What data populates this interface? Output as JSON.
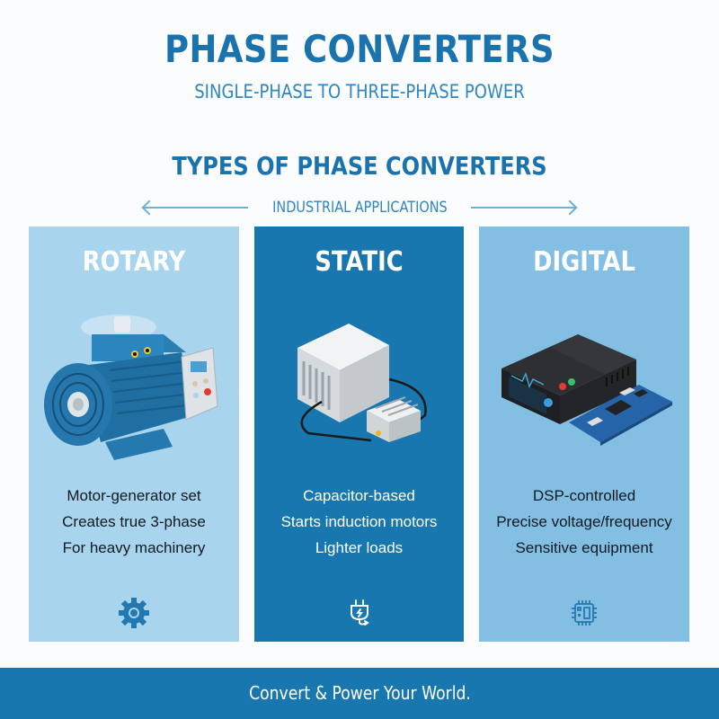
{
  "header": {
    "title": "PHASE CONVERTERS",
    "subtitle": "SINGLE-PHASE TO THREE-PHASE POWER"
  },
  "section": {
    "title": "TYPES OF PHASE CONVERTERS",
    "applications_label": "INDUSTRIAL APPLICATIONS"
  },
  "colors": {
    "primary": "#1877ae",
    "title_blue": "#1b73ad",
    "rotary_bg": "#a9d4ed",
    "static_bg": "#1877ae",
    "digital_bg": "#83bfe3",
    "arrow": "#6aafdf"
  },
  "panels": [
    {
      "title": "ROTARY",
      "illustration": "electric-motor-with-control-box",
      "features": [
        "Motor-generator set",
        "Creates true 3-phase",
        "For heavy machinery"
      ],
      "icon": "gear-icon"
    },
    {
      "title": "STATIC",
      "illustration": "capacitor-heatsink-boxes",
      "features": [
        "Capacitor-based",
        "Starts induction motors",
        "Lighter loads"
      ],
      "icon": "plug-icon"
    },
    {
      "title": "DIGITAL",
      "illustration": "digital-controller-with-circuit-board",
      "features": [
        "DSP-controlled",
        "Precise voltage/frequency",
        "Sensitive equipment"
      ],
      "icon": "chip-icon"
    }
  ],
  "footer": {
    "tagline": "Convert & Power Your World."
  }
}
